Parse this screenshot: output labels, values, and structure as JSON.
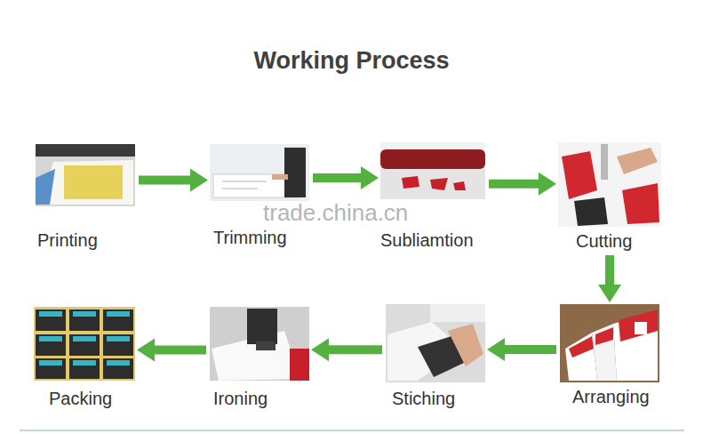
{
  "diagram": {
    "title": "Working Process",
    "nodes": [
      {
        "text": [
          "Printing"
        ]
      },
      {
        "text": [
          "Trimming"
        ]
      },
      {
        "text": [
          "Subliamtion"
        ]
      },
      {
        "text": [
          "Cutting"
        ]
      },
      {
        "text": [
          "Arranging"
        ]
      },
      {
        "text": [
          "Stiching"
        ]
      },
      {
        "text": [
          "Ironing"
        ]
      },
      {
        "text": [
          "Packing"
        ]
      }
    ],
    "edges": [
      {
        "from": 0,
        "to": 1,
        "arrow": "to"
      },
      {
        "from": 1,
        "to": 2,
        "arrow": "to"
      },
      {
        "from": 2,
        "to": 3,
        "arrow": "to"
      },
      {
        "from": 3,
        "to": 4,
        "arrow": "to"
      },
      {
        "from": 4,
        "to": 5,
        "arrow": "to"
      },
      {
        "from": 5,
        "to": 6,
        "arrow": "to"
      },
      {
        "from": 6,
        "to": 7,
        "arrow": "to"
      }
    ],
    "labels": [
      "trade.china.cn"
    ]
  }
}
